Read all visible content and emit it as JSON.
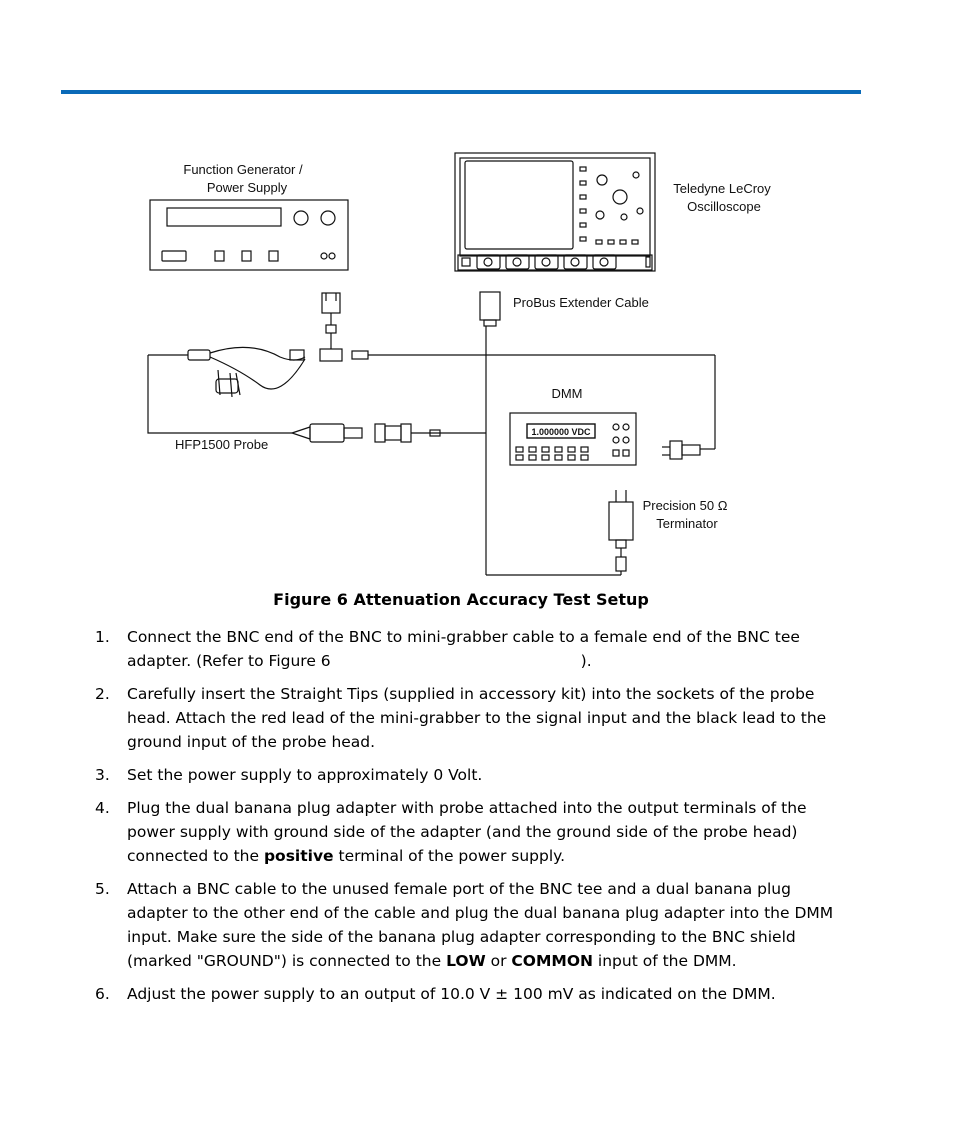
{
  "figure": {
    "labels": {
      "function_generator": [
        "Function Generator /",
        "Power Supply"
      ],
      "oscilloscope": [
        "Teledyne LeCroy",
        "Oscilloscope"
      ],
      "extender": "ProBus Extender Cable",
      "dmm": "DMM",
      "dmm_display": "1.000000 VDC",
      "probe": "HFP1500 Probe",
      "terminator": [
        "Precision 50 Ω",
        "Terminator"
      ]
    },
    "caption": "Figure 6 Attenuation Accuracy Test Setup"
  },
  "steps": [
    {
      "num": "1.",
      "parts": [
        "Connect the BNC end of the BNC to mini-grabber cable to a female end of the BNC tee adapter. (Refer to Figure 6",
        ")."
      ]
    },
    {
      "num": "2.",
      "text": "Carefully insert the Straight Tips (supplied in accessory kit) into the sockets of the probe head. Attach the red lead of the mini-grabber to the signal input and the black lead to the ground input of the probe head."
    },
    {
      "num": "3.",
      "text": "Set the power supply to approximately 0 Volt."
    },
    {
      "num": "4.",
      "parts": [
        "Plug the dual banana plug adapter with probe attached into the output terminals of the power supply with ground side of the adapter (and the ground side of the probe head) connected to the ",
        "positive",
        " terminal of the power supply."
      ]
    },
    {
      "num": "5.",
      "parts": [
        "Attach a BNC cable to the unused female port of the BNC tee and a dual banana plug adapter to the other end of the cable and plug the dual banana plug adapter into the DMM input. Make sure the side of the banana plug adapter corresponding to the BNC shield (marked \"GROUND\") is connected to the ",
        "LOW",
        " or ",
        "COMMON",
        " input of the DMM."
      ]
    },
    {
      "num": "6.",
      "text": "Adjust the power supply to an output of 10.0 V ± 100 mV as indicated on the DMM."
    }
  ]
}
